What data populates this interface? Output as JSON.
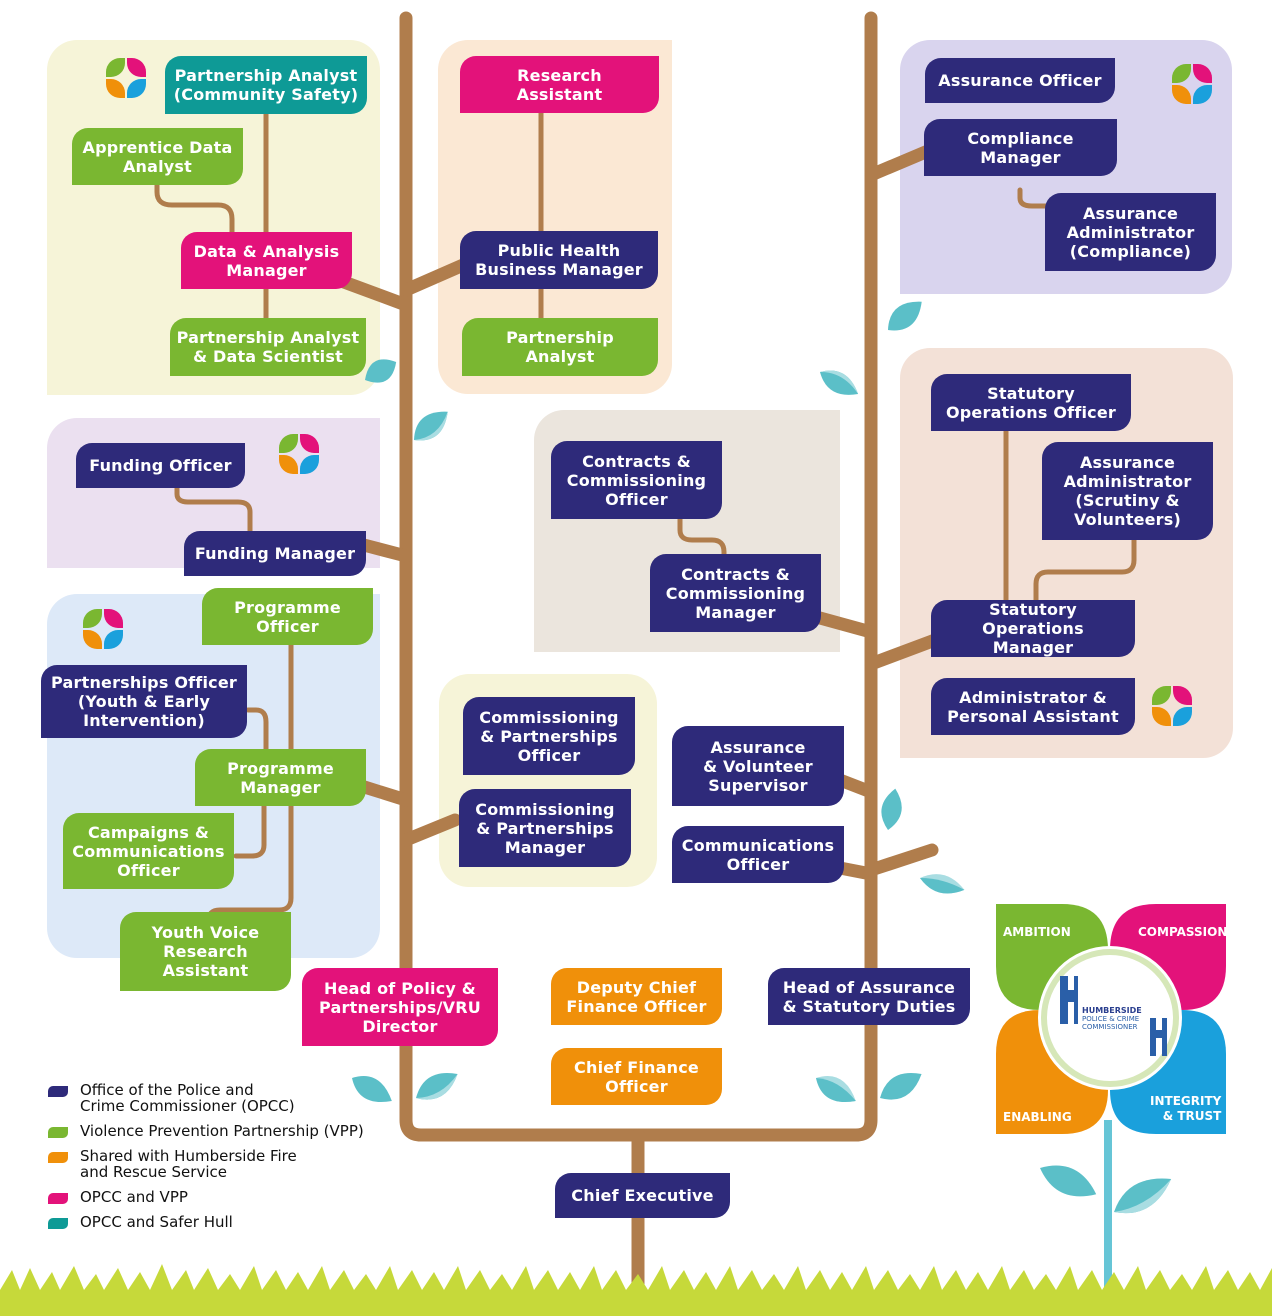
{
  "legend": [
    {
      "label": "Office of the Police and\nCrime Commissioner (OPCC)",
      "color": "#2e2a7a"
    },
    {
      "label": "Violence Prevention Partnership (VPP)",
      "color": "#7ab731"
    },
    {
      "label": "Shared with Humberside Fire\nand Rescue Service",
      "color": "#f0900a"
    },
    {
      "label": "OPCC and VPP",
      "color": "#e3127a"
    },
    {
      "label": "OPCC and Safer Hull",
      "color": "#0e9a96"
    }
  ],
  "roles": {
    "partnership_analyst_cs": "Partnership Analyst\n(Community Safety)",
    "apprentice_data_analyst": "Apprentice Data\nAnalyst",
    "data_analysis_manager": "Data & Analysis\nManager",
    "partnership_analyst_ds": "Partnership Analyst\n& Data Scientist",
    "research_assistant": "Research\nAssistant",
    "public_health_business_manager": "Public Health\nBusiness Manager",
    "partnership_analyst": "Partnership\nAnalyst",
    "funding_officer": "Funding Officer",
    "funding_manager": "Funding Manager",
    "programme_officer": "Programme\nOfficer",
    "partnerships_officer_youth": "Partnerships Officer\n(Youth & Early\nIntervention)",
    "programme_manager": "Programme\nManager",
    "campaigns_comms_officer": "Campaigns &\nCommunications\nOfficer",
    "youth_voice_research_assistant": "Youth Voice\nResearch\nAssistant",
    "commissioning_partnerships_officer": "Commissioning\n& Partnerships\nOfficer",
    "commissioning_partnerships_manager": "Commissioning\n& Partnerships\nManager",
    "contracts_commissioning_officer": "Contracts &\nCommissioning\nOfficer",
    "contracts_commissioning_manager": "Contracts &\nCommissioning\nManager",
    "assurance_officer": "Assurance Officer",
    "compliance_manager": "Compliance\nManager",
    "assurance_admin_compliance": "Assurance\nAdministrator\n(Compliance)",
    "statutory_operations_officer": "Statutory\nOperations Officer",
    "assurance_admin_scrutiny": "Assurance\nAdministrator\n(Scrutiny &\nVolunteers)",
    "statutory_operations_manager": "Statutory Operations\nManager",
    "administrator_pa": "Administrator &\nPersonal Assistant",
    "assurance_volunteer_supervisor": "Assurance\n& Volunteer\nSupervisor",
    "communications_officer": "Communications\nOfficer",
    "head_policy_partnerships": "Head of Policy &\nPartnerships/VRU\nDirector",
    "deputy_cfo": "Deputy Chief\nFinance Officer",
    "cfo": "Chief Finance\nOfficer",
    "head_assurance": "Head of Assurance\n& Statutory Duties",
    "chief_executive": "Chief Executive"
  },
  "values_flower": {
    "ambition": "AMBITION",
    "compassion": "COMPASSION",
    "enabling": "ENABLING",
    "integrity": "INTEGRITY\n& TRUST",
    "logo_line1": "HUMBERSIDE",
    "logo_line2": "POLICE & CRIME",
    "logo_line3": "COMMISSIONER"
  },
  "colors": {
    "opcc": "#2e2a7a",
    "vpp": "#7ab731",
    "fire": "#f0900a",
    "opcc_vpp": "#e3127a",
    "safer_hull": "#0e9a96",
    "trunk": "#b07d4c",
    "grass": "#c6d93a"
  }
}
